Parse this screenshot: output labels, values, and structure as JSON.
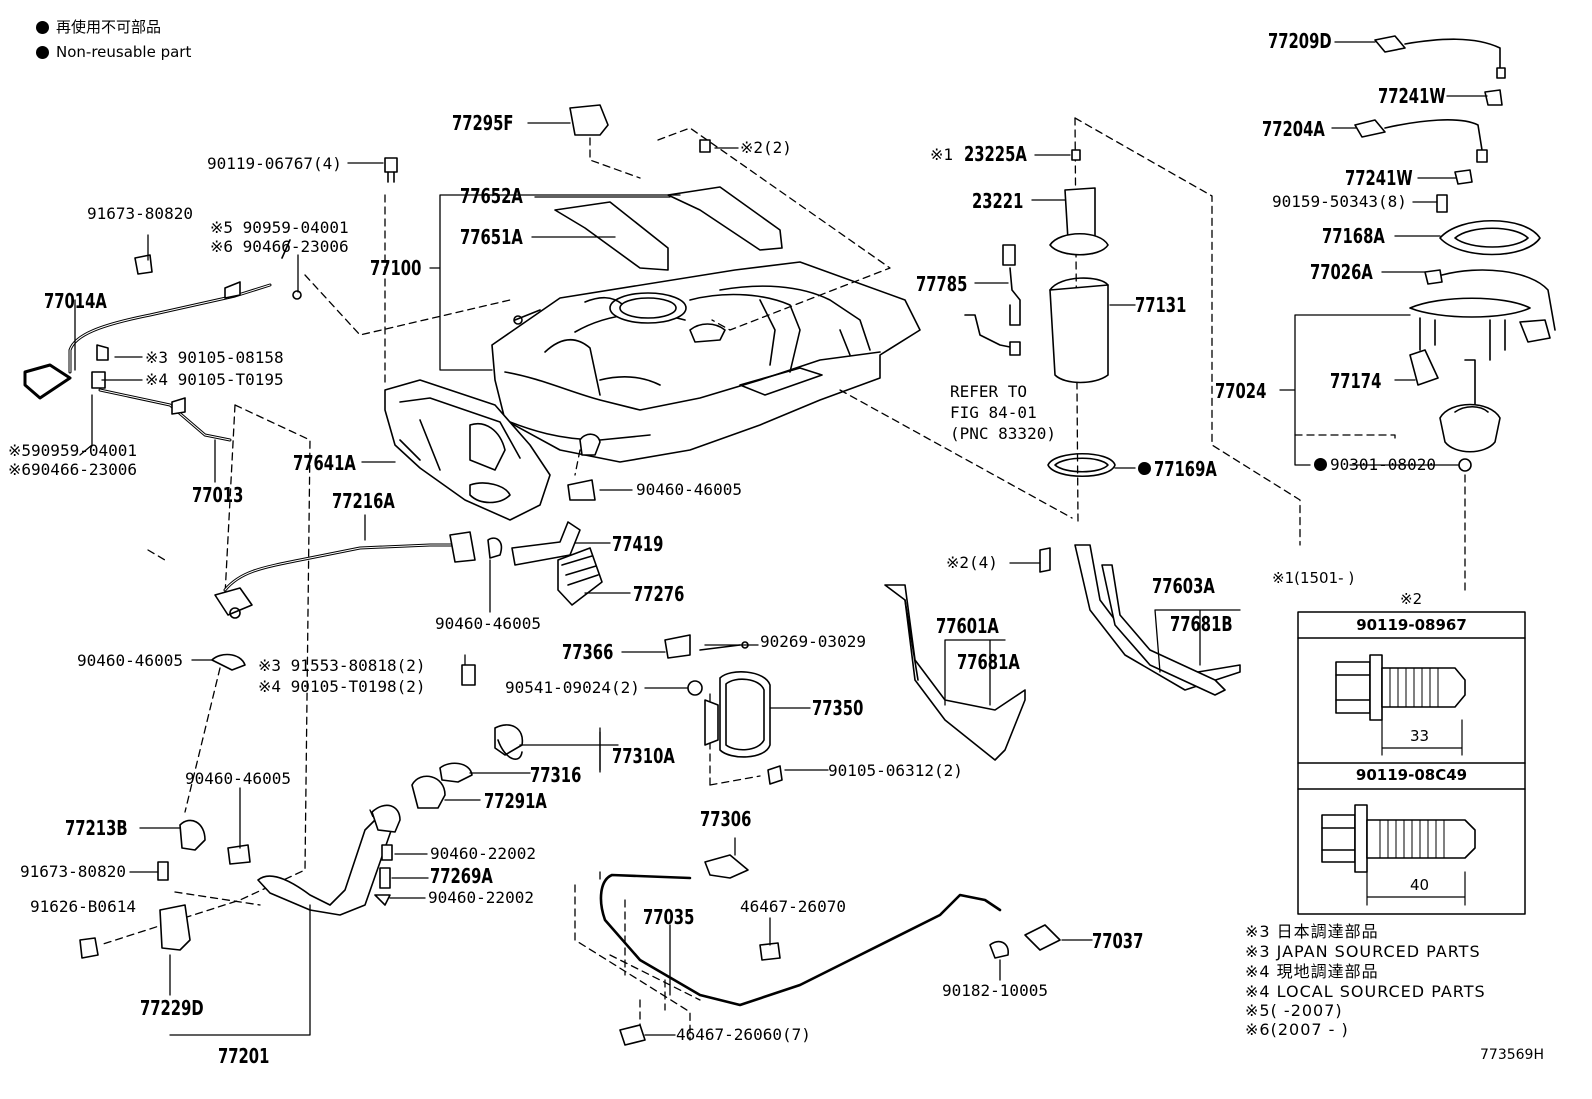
{
  "legend": {
    "jp": "再使用不可部品",
    "en": "Non-reusable part"
  },
  "parts": {
    "p77209D": "77209D",
    "p77241W_a": "77241W",
    "p77204A": "77204A",
    "p77241W_b": "77241W",
    "p90159_50343": "90159-50343(8)",
    "p77168A": "77168A",
    "p77026A": "77026A",
    "p77024": "77024",
    "p77174": "77174",
    "p90301_08020": "90301-08020",
    "p23225A": "23225A",
    "p23225A_mark": "※1",
    "p23221": "23221",
    "p77785": "77785",
    "p77131": "77131",
    "p77169A": "77169A",
    "p77295F": "77295F",
    "p90119_06767": "90119-06767(4)",
    "p_x2_2": "※2(2)",
    "p77652A": "77652A",
    "p77651A": "77651A",
    "p77100": "77100",
    "p91673_80820_top": "91673-80820",
    "p90959_04001_top": "※5 90959-04001",
    "p90466_23006_top": "※6 90466-23006",
    "p77014A": "77014A",
    "p90105_08158": "※3 90105-08158",
    "p90105_T0195": "※4 90105-T0195",
    "p90959_04001_left": "※590959-04001",
    "p90466_23006_left": "※690466-23006",
    "p77013": "77013",
    "p77641A": "77641A",
    "p90460_46005_a": "90460-46005",
    "p77216A": "77216A",
    "p77419": "77419",
    "p77276": "77276",
    "p90460_46005_b": "90460-46005",
    "p90460_46005_c": "90460-46005",
    "p91553_80818": "※3 91553-80818(2)",
    "p90105_T0198": "※4 90105-T0198(2)",
    "p77366": "77366",
    "p90269_03029": "90269-03029",
    "p90541_09024": "90541-09024(2)",
    "p77350": "77350",
    "p77310A": "77310A",
    "p77316": "77316",
    "p77291A": "77291A",
    "p90105_06312": "90105-06312(2)",
    "p90460_46005_d": "90460-46005",
    "p77213B": "77213B",
    "p91673_80820_bot": "91673-80820",
    "p91626_B0614": "91626-B0614",
    "p77229D": "77229D",
    "p77201": "77201",
    "p90460_22002_a": "90460-22002",
    "p77269A": "77269A",
    "p90460_22002_b": "90460-22002",
    "p77306": "77306",
    "p77035": "77035",
    "p46467_26070": "46467-26070",
    "p46467_26060": "46467-26060(7)",
    "p77037": "77037",
    "p90182_10005": "90182-10005",
    "p_x2_4": "※2(4)",
    "p77603A": "77603A",
    "p77601A": "77601A",
    "p77681A": "77681A",
    "p77681B": "77681B"
  },
  "refer": {
    "line1": "REFER TO",
    "line2": "FIG 84-01",
    "line3": "(PNC 83320)"
  },
  "bolt_box": {
    "note1": "※1(1501-      )",
    "note2": "※2",
    "bolt1_part": "90119-08967",
    "bolt1_len": "33",
    "bolt2_part": "90119-08C49",
    "bolt2_len": "40"
  },
  "notes": {
    "n1": "※3 日本調達部品",
    "n2": "※3 JAPAN SOURCED PARTS",
    "n3": "※4 現地調達部品",
    "n4": "※4 LOCAL SOURCED PARTS",
    "n5": "※5(       -2007)",
    "n6": "※6(2007 -       )"
  },
  "figure_code": "773569H"
}
